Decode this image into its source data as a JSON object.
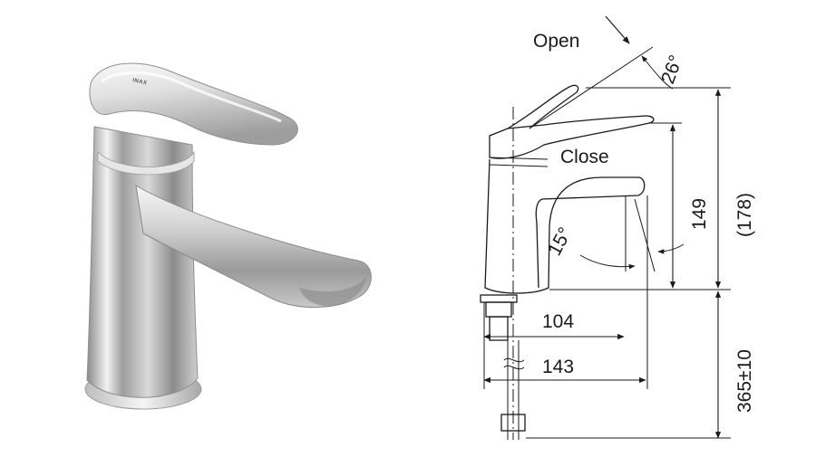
{
  "product": {
    "brand_mark": "INAX"
  },
  "drawing": {
    "labels": {
      "open": "Open",
      "close": "Close",
      "angle_open": "26°",
      "angle_close": "15°"
    },
    "dimensions": {
      "reach_spout": "104",
      "reach_total": "143",
      "spout_height": "149",
      "total_height": "(178)",
      "hose_length": "365±10"
    }
  },
  "colors": {
    "line": "#1a1a1a",
    "chrome_dark": "#7a7a7a",
    "chrome_mid": "#b8b8b8",
    "chrome_light": "#f4f4f4"
  }
}
